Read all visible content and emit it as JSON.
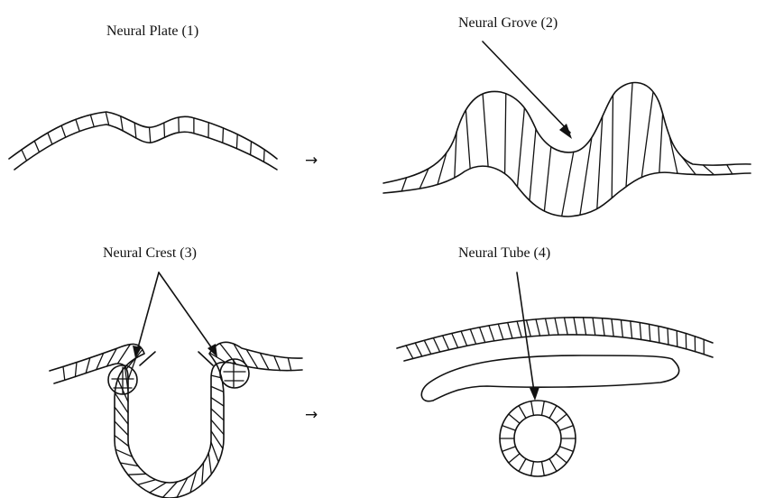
{
  "stages": [
    {
      "label": "Neural Plate  (1)"
    },
    {
      "label": "Neural Grove (2)"
    },
    {
      "label": "Neural Crest (3)"
    },
    {
      "label": "Neural Tube (4)"
    }
  ],
  "flow_arrows": [
    "→",
    "→"
  ]
}
